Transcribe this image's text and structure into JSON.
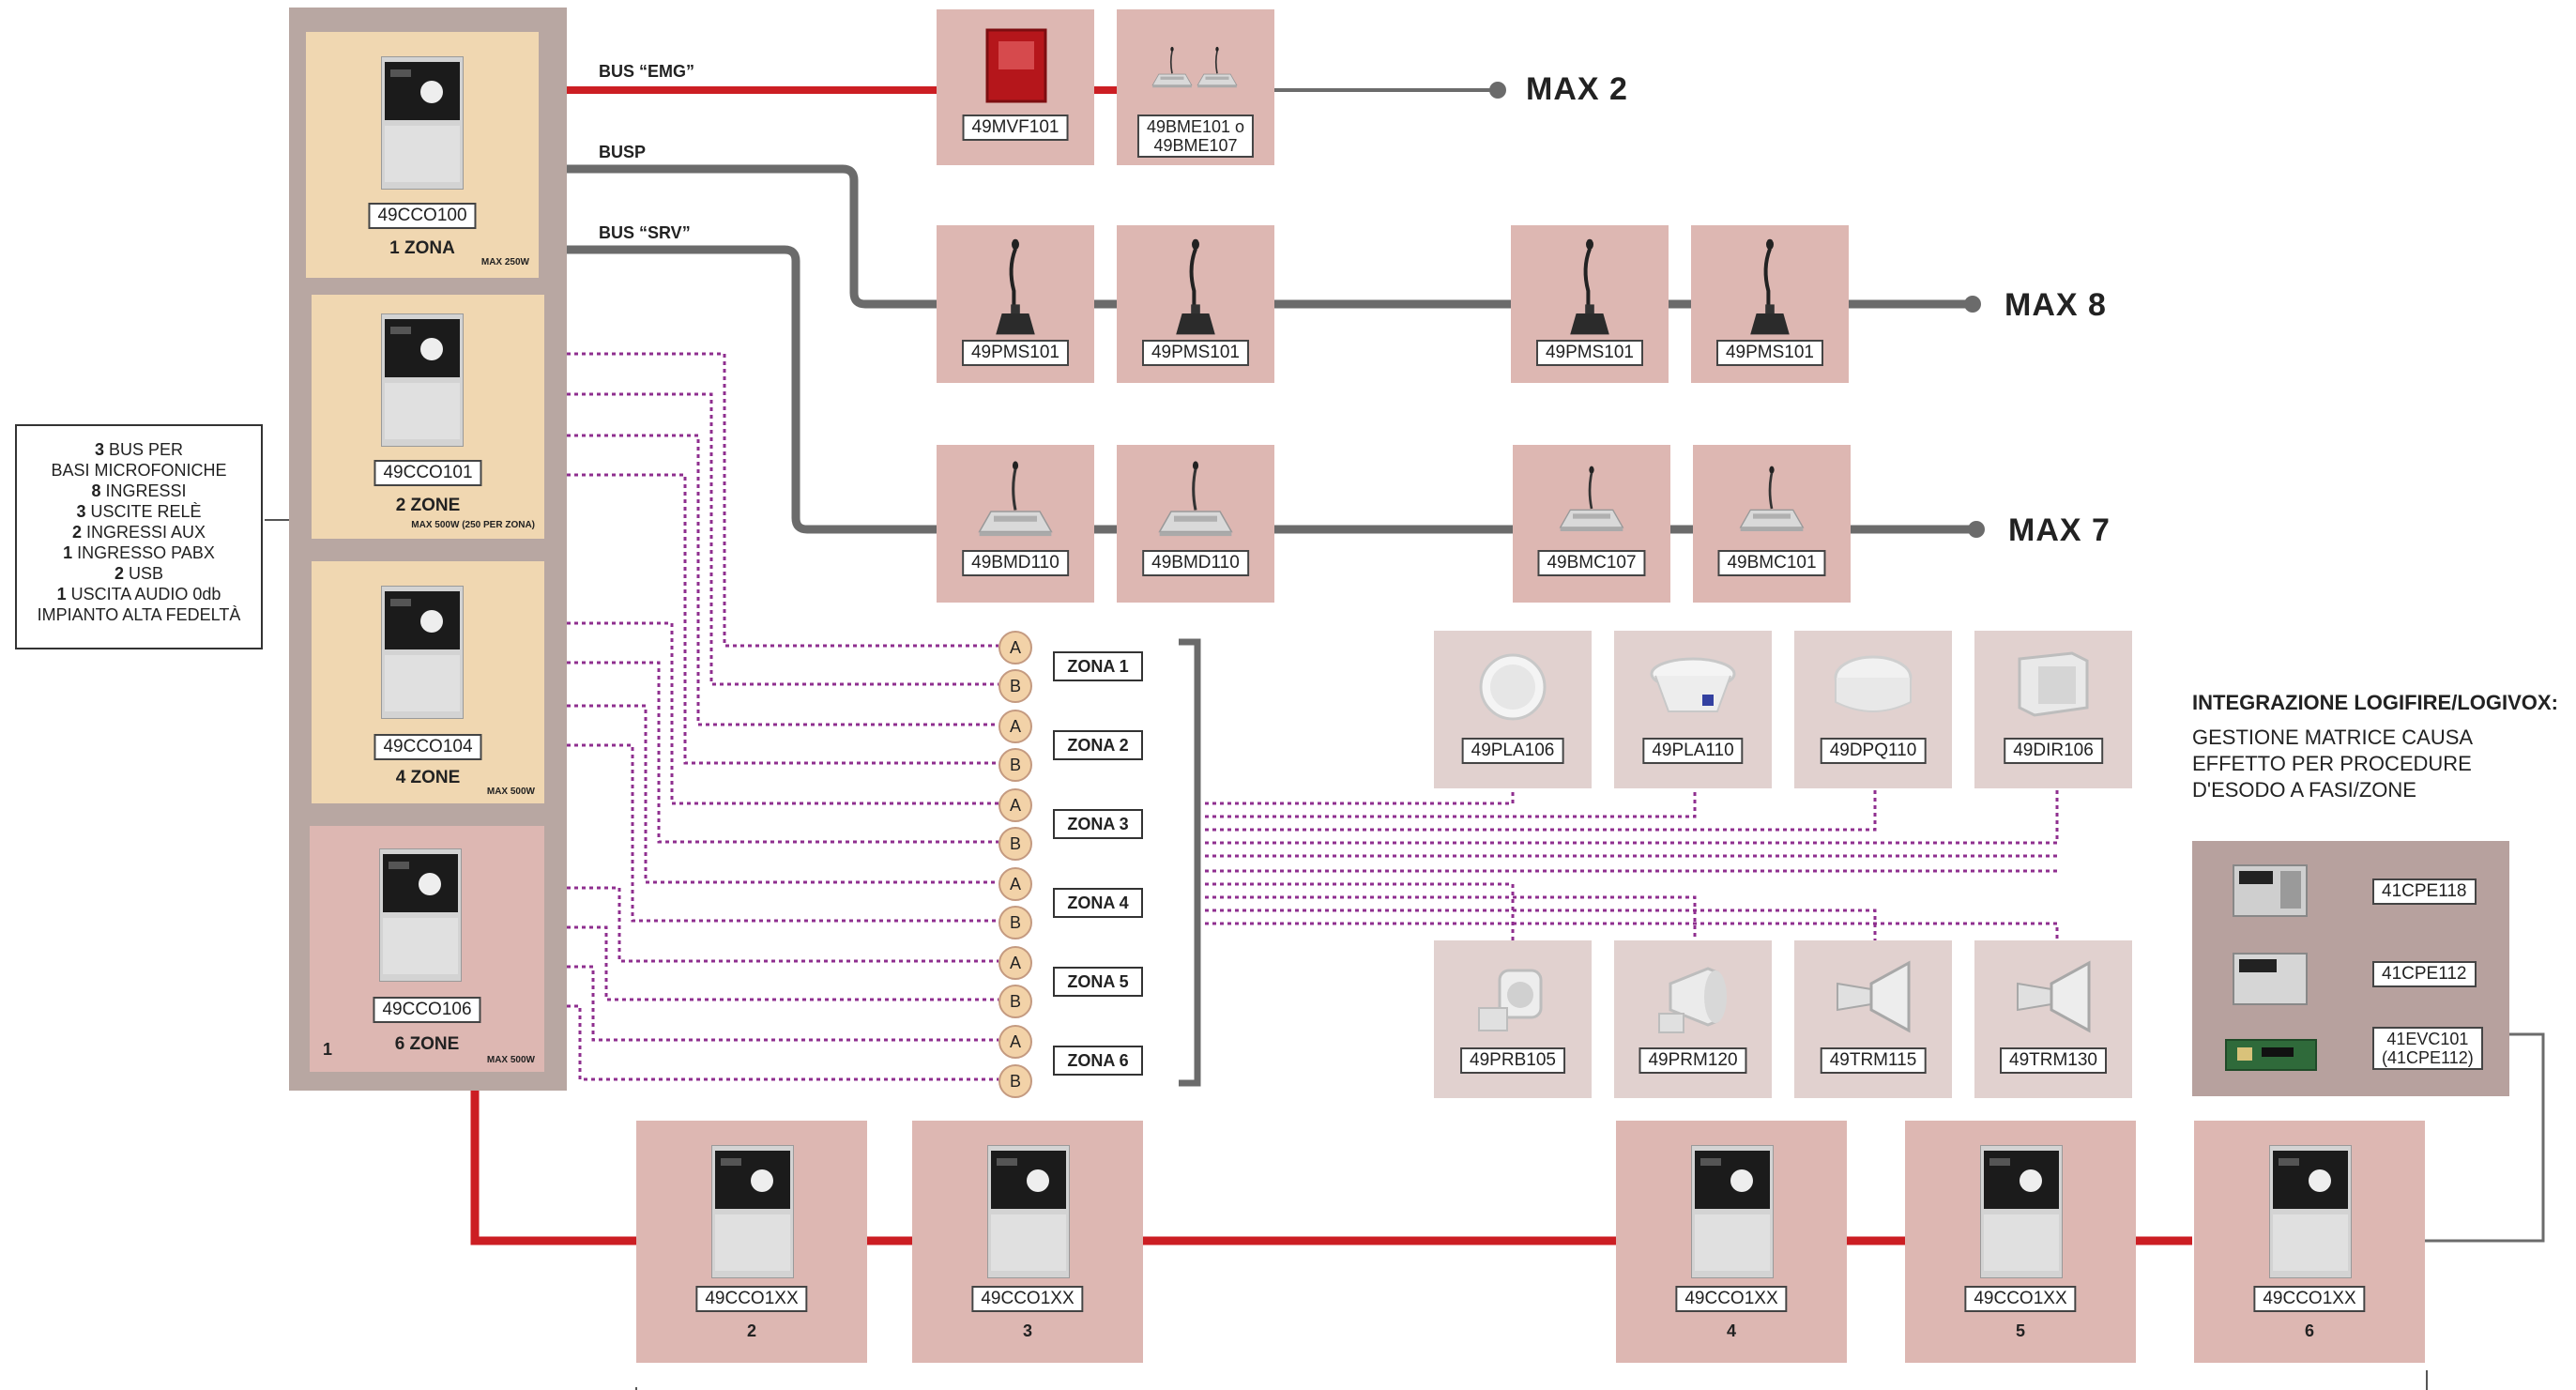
{
  "colors": {
    "red_bus": "#cc1e23",
    "gray_bus": "#6b6b6b",
    "purple_line": "#8f2f8f",
    "panel_beige": "#f0d7b1",
    "panel_pink": "#ddb7b2",
    "panel_light": "#e1d1cf",
    "rack": "#b8a7a2",
    "logic_panel": "#b7a19e"
  },
  "features": {
    "line1_n": "3",
    "line1_t": " BUS PER",
    "line2": "BASI MICROFONICHE",
    "line3_n": "8",
    "line3_t": " INGRESSI",
    "line4_n": "3",
    "line4_t": " USCITE RELÈ",
    "line5_n": "2",
    "line5_t": " INGRESSI AUX",
    "line6_n": "1",
    "line6_t": " INGRESSO PABX",
    "line7_n": "2",
    "line7_t": " USB",
    "line8_n": "1",
    "line8_t": " USCITA AUDIO 0db",
    "line9": "IMPIANTO ALTA FEDELTÀ"
  },
  "centrals": [
    {
      "code": "49CCO100",
      "zones": "1 ZONA",
      "max": "MAX 250W"
    },
    {
      "code": "49CCO101",
      "zones": "2 ZONE",
      "max": "MAX 500W (250 PER ZONA)"
    },
    {
      "code": "49CCO104",
      "zones": "4 ZONE",
      "max": "MAX 500W"
    },
    {
      "code": "49CCO106",
      "zones": "6 ZONE",
      "max": "MAX 500W",
      "index": "1"
    }
  ],
  "buses": {
    "emg": "BUS “EMG”",
    "busp": "BUSP",
    "srv": "BUS “SRV”"
  },
  "emg_devices": [
    {
      "code": "49MVF101"
    },
    {
      "code1": "49BME101 o",
      "code2": "49BME107"
    }
  ],
  "max": {
    "emg": "MAX 2",
    "busp": "MAX 8",
    "srv": "MAX 7"
  },
  "busp_devices": [
    "49PMS101",
    "49PMS101",
    "49PMS101",
    "49PMS101"
  ],
  "srv_devices": [
    "49BMD110",
    "49BMD110",
    "49BMC107",
    "49BMC101"
  ],
  "ab": {
    "a": "A",
    "b": "B"
  },
  "zones": [
    "ZONA 1",
    "ZONA 2",
    "ZONA 3",
    "ZONA 4",
    "ZONA 5",
    "ZONA 6"
  ],
  "speakers_top": [
    "49PLA106",
    "49PLA110",
    "49DPQ110",
    "49DIR106"
  ],
  "speakers_bottom": [
    "49PRB105",
    "49PRM120",
    "49TRM115",
    "49TRM130"
  ],
  "integration": {
    "title": "INTEGRAZIONE LOGIFIRE/LOGIVOX:",
    "l1": "GESTIONE MATRICE CAUSA",
    "l2": "EFFETTO PER PROCEDURE",
    "l3": "D'ESODO A FASI/ZONE"
  },
  "logic_devices": [
    {
      "code": "41CPE118"
    },
    {
      "code": "41CPE112"
    },
    {
      "code1": "41EVC101",
      "code2": "(41CPE112)"
    }
  ],
  "chain": [
    {
      "code": "49CCO1XX",
      "num": "2"
    },
    {
      "code": "49CCO1XX",
      "num": "3"
    },
    {
      "code": "49CCO1XX",
      "num": "4"
    },
    {
      "code": "49CCO1XX",
      "num": "5"
    },
    {
      "code": "49CCO1XX",
      "num": "6"
    }
  ]
}
